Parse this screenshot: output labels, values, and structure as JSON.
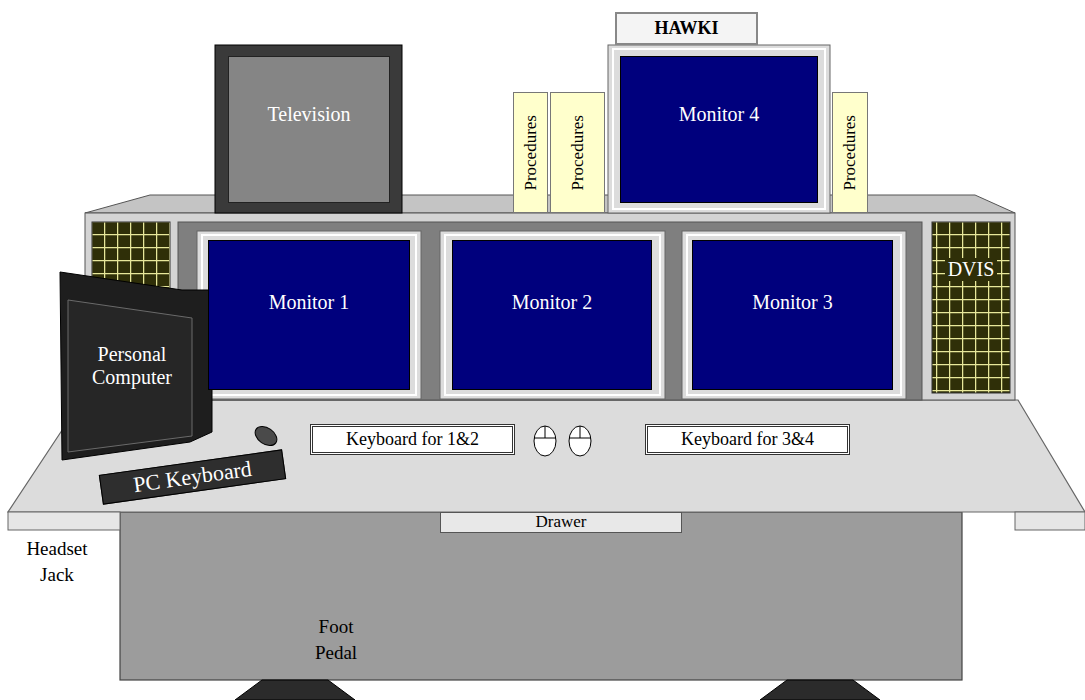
{
  "diagram": {
    "nodes": [
      {
        "text": [
          "HAWKI"
        ]
      },
      {
        "text": [
          "Television"
        ]
      },
      {
        "text": [
          "Procedures"
        ]
      },
      {
        "text": [
          "Procedures"
        ]
      },
      {
        "text": [
          "Monitor 4"
        ]
      },
      {
        "text": [
          "Procedures"
        ]
      },
      {
        "text": [
          "Monitor 1"
        ]
      },
      {
        "text": [
          "Monitor 2"
        ]
      },
      {
        "text": [
          "Monitor 3"
        ]
      },
      {
        "text": [
          "DVIS"
        ]
      },
      {
        "text": [
          "Personal Computer"
        ]
      },
      {
        "text": [
          "Keyboard for 1&2"
        ]
      },
      {
        "text": [
          "Keyboard for 3&4"
        ]
      },
      {
        "text": [
          "PC Keyboard"
        ]
      },
      {
        "text": [
          "Drawer"
        ]
      }
    ],
    "labels": [
      "Headset Jack",
      "Foot Pedal"
    ]
  }
}
